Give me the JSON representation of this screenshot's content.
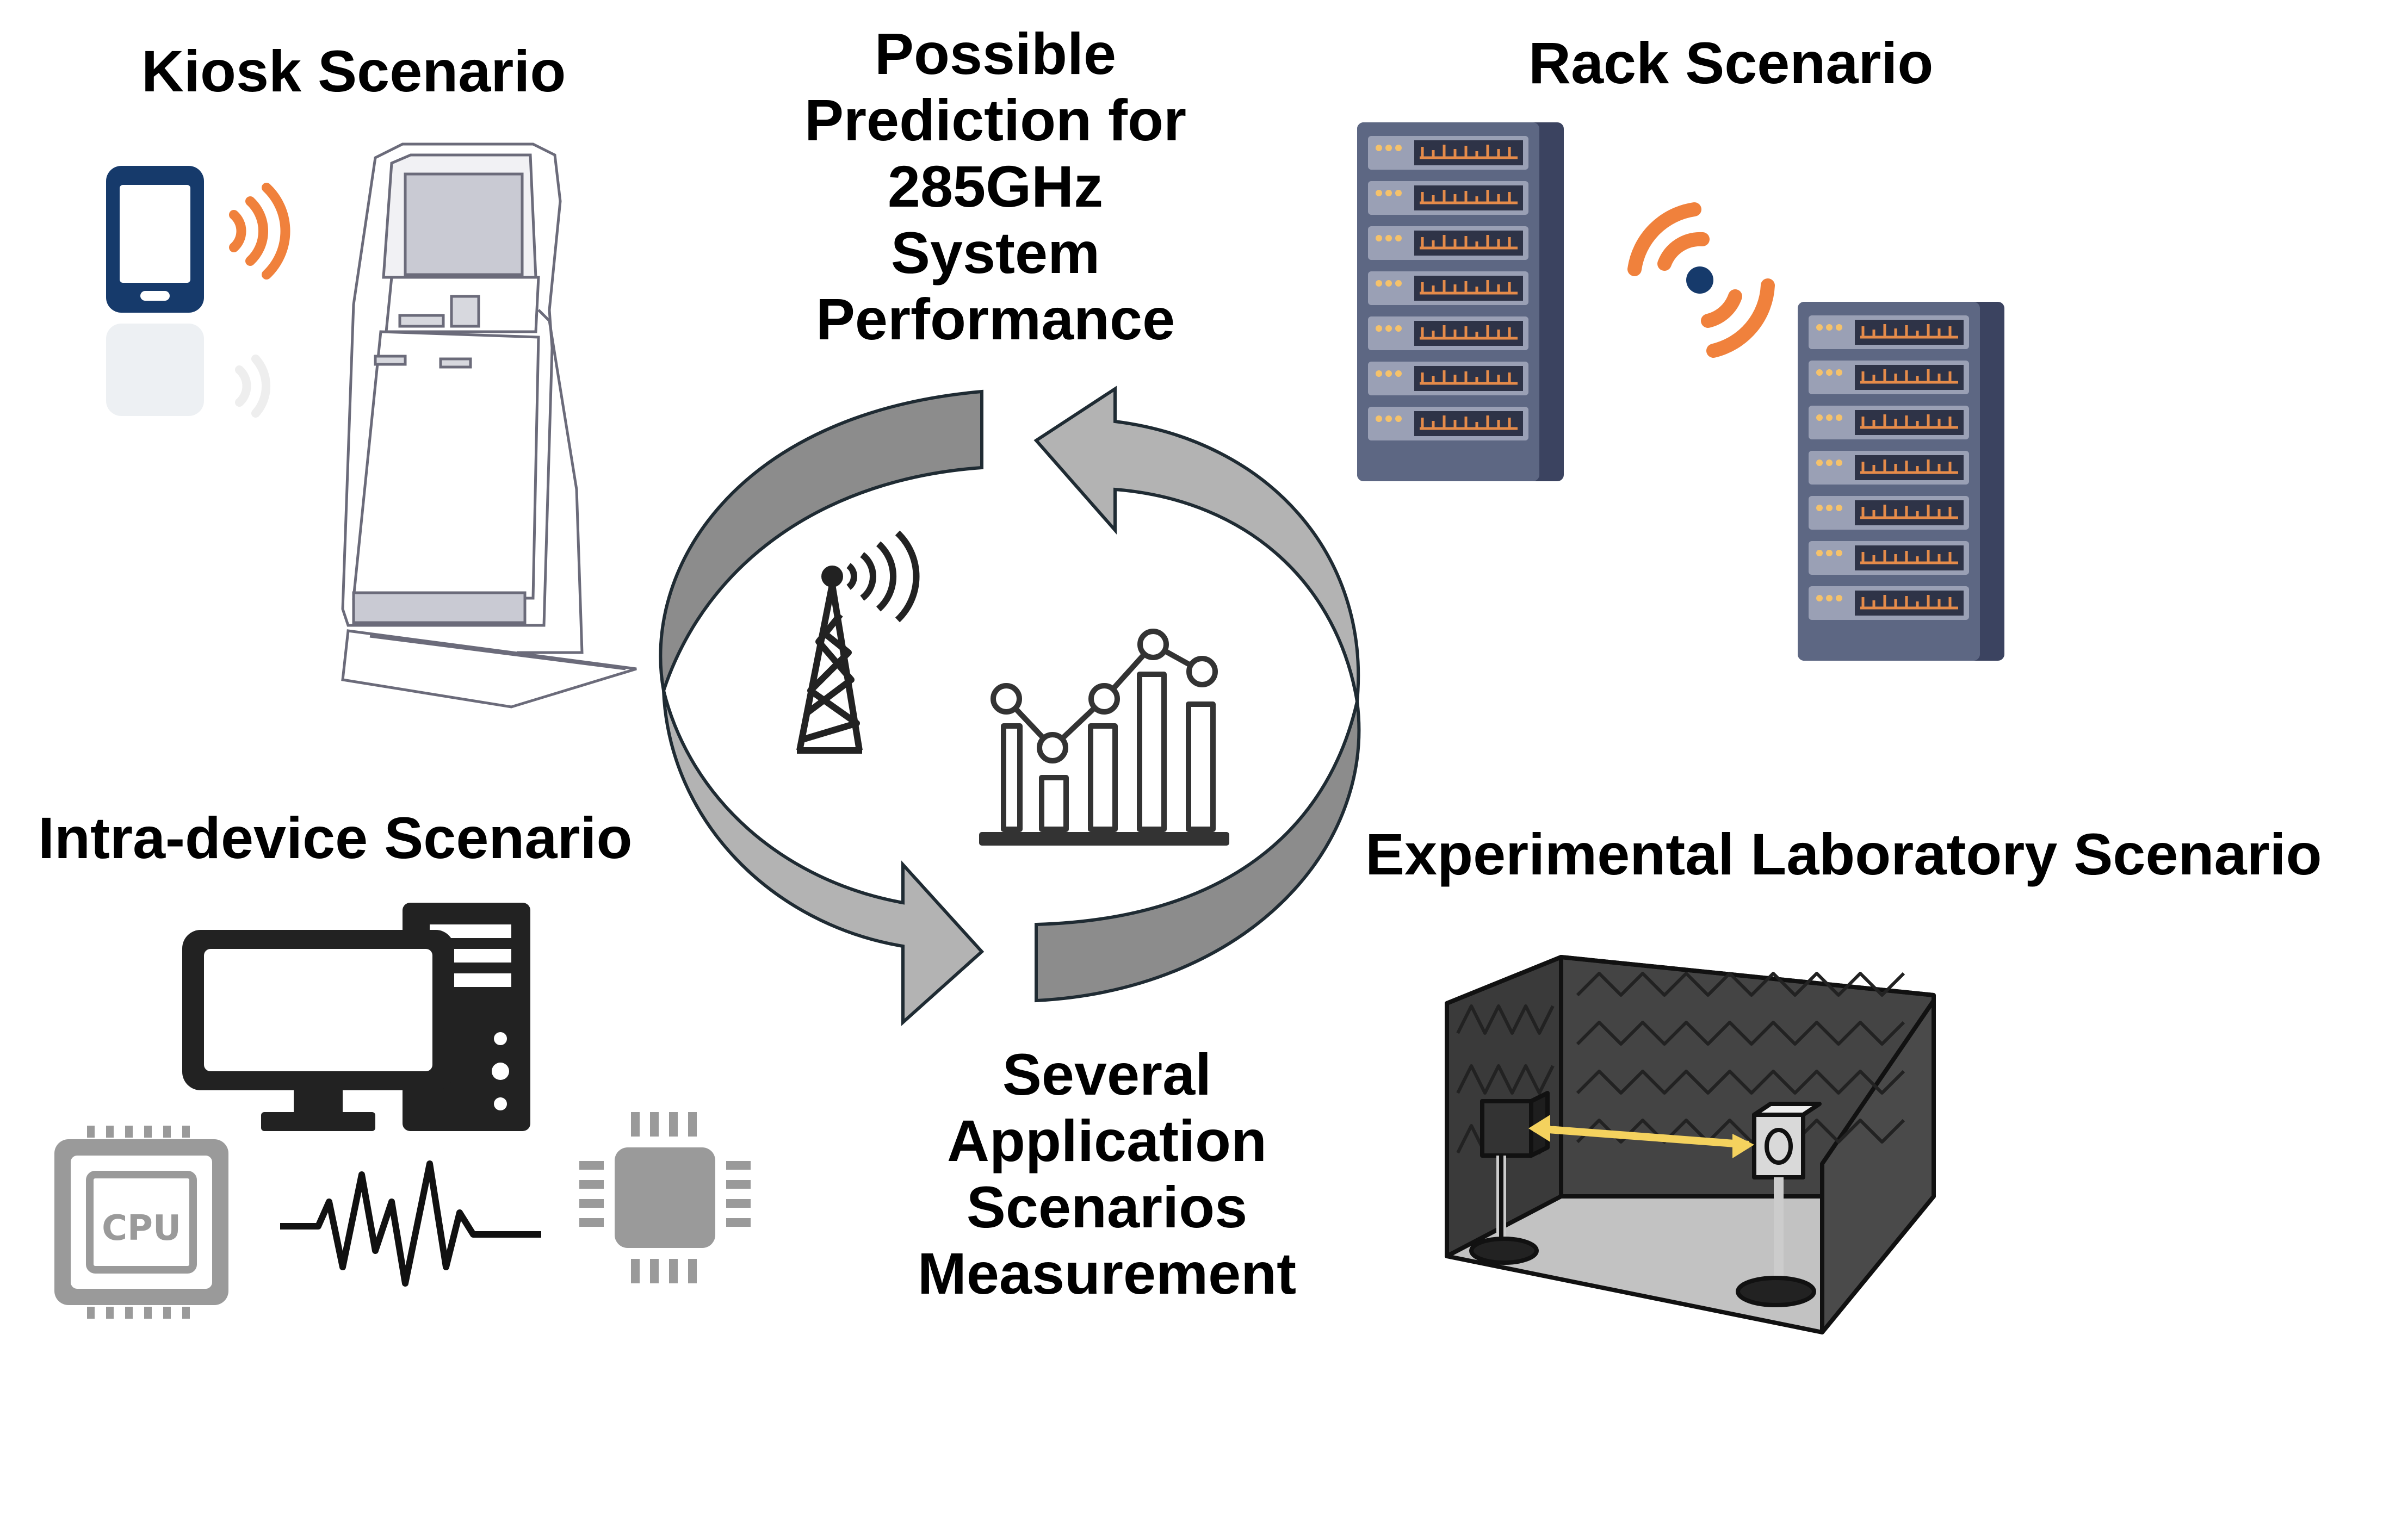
{
  "labels": {
    "kiosk": "Kiosk Scenario",
    "rack": "Rack Scenario",
    "intra_device": "Intra-device Scenario",
    "lab": "Experimental Laboratory Scenario",
    "prediction": [
      "Possible",
      "Prediction for",
      "285GHz",
      "System",
      "Performance"
    ],
    "measurement": [
      "Several",
      "Application",
      "Scenarios",
      "Measurement"
    ],
    "cpu_chip": "CPU"
  },
  "colors": {
    "signal_orange": "#f0813c",
    "phone_blue": "#163a6b",
    "rack_body": "#5d6783",
    "rack_dark": "#3b4360",
    "arrow_dark": "#8c8c8c",
    "arrow_light": "#b3b3b3",
    "chamber": "#444444",
    "beam_yellow": "#f4d25e"
  },
  "icons": [
    "phone-icon",
    "kiosk-icon",
    "server-rack-icon",
    "wireless-signal-icon",
    "antenna-tower-icon",
    "chart-icon",
    "desktop-computer-icon",
    "cpu-icon",
    "waveform-icon",
    "chip-icon",
    "anechoic-chamber-icon"
  ]
}
